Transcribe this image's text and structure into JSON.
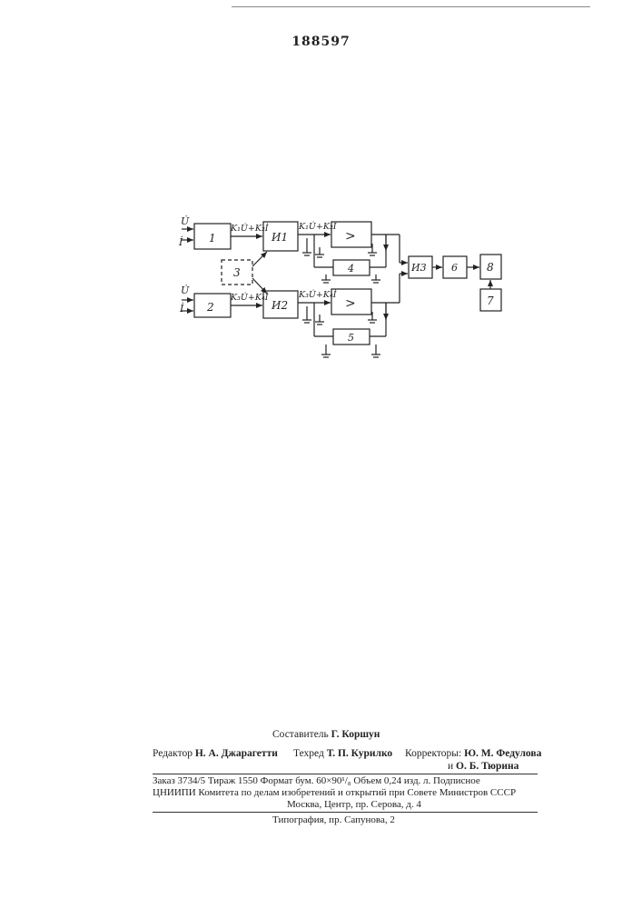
{
  "header": {
    "patent_number": "188597"
  },
  "diagram": {
    "blocks": {
      "b1": "1",
      "b2": "2",
      "b3": "3",
      "b4": "4",
      "b5": "5",
      "b6": "6",
      "b7": "7",
      "b8": "8",
      "i1": "И1",
      "i2": "И2",
      "i3": "И3",
      "amp1": ">",
      "amp2": ">"
    },
    "signals": {
      "in_u1": "U̇",
      "in_i1": "İ",
      "in_u2": "U̇",
      "in_i2": "İ",
      "s1": "K₁U̇+K₂İ",
      "s2": "K₃U̇+K₄İ",
      "s3": "K₁U̇+K₂İ",
      "s4": "K₃U̇+K₄İ"
    }
  },
  "footer": {
    "compiler_label": "Составитель",
    "compiler_name": "Г. Коршун",
    "editor_label": "Редактор",
    "editor_name": "Н. А. Джарагетти",
    "techred_label": "Техред",
    "techred_name": "Т. П. Курилко",
    "correctors_label": "Корректоры:",
    "corrector1": "Ю. М. Федулова",
    "corrector2_prefix": "и",
    "corrector2": "О. Б. Тюрина",
    "order_line": "Заказ 3734/5   Тираж 1550   Формат бум. 60×90¹/₈   Объем 0,24 изд. л.   Подписное",
    "institute_line": "ЦНИИПИ Комитета по делам изобретений и открытий при Совете Министров СССР",
    "address_line": "Москва, Центр, пр. Серова, д. 4",
    "printer_line": "Типография, пр. Сапунова, 2"
  }
}
